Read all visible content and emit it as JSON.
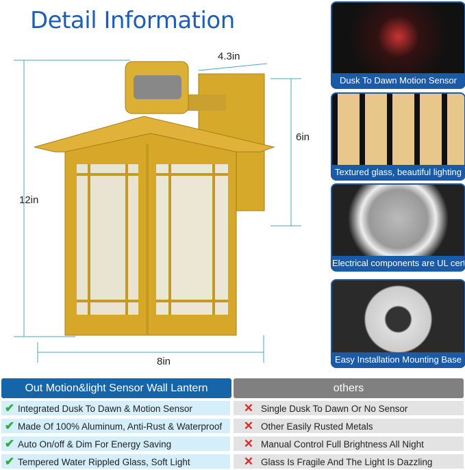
{
  "title": "Detail Information",
  "dimensions": {
    "height": "12in",
    "width": "8in",
    "depth": "4.3in",
    "backplate": "6in"
  },
  "panels": [
    {
      "caption": "Dusk To Dawn Motion Sensor"
    },
    {
      "caption": "Textured glass, beautiful lighting"
    },
    {
      "caption": "Electrical components are UL certified"
    },
    {
      "caption": "Easy Installation Mounting Base"
    }
  ],
  "comparison": {
    "left_header": "Out Motion&light Sensor Wall Lantern",
    "right_header": "others",
    "left": [
      "Integrated Dusk To Dawn & Motion Sensor",
      "Made Of 100% Aluminum, Anti-Rust & Waterproof",
      "Auto On/off & Dim For Energy Saving",
      "Tempered Water Rippled Glass, Soft Light"
    ],
    "right": [
      "Single Dusk To Dawn Or No Sensor",
      "Other Easily Rusted Metals",
      "Manual Control Full Brightness All Night",
      "Glass Is Fragile And The Light Is Dazzling"
    ],
    "check_icon": "check-icon",
    "cross_icon": "cross-icon"
  },
  "colors": {
    "accent": "#1a5aa6",
    "gold": "#d9ad2e",
    "others": "#808080"
  }
}
